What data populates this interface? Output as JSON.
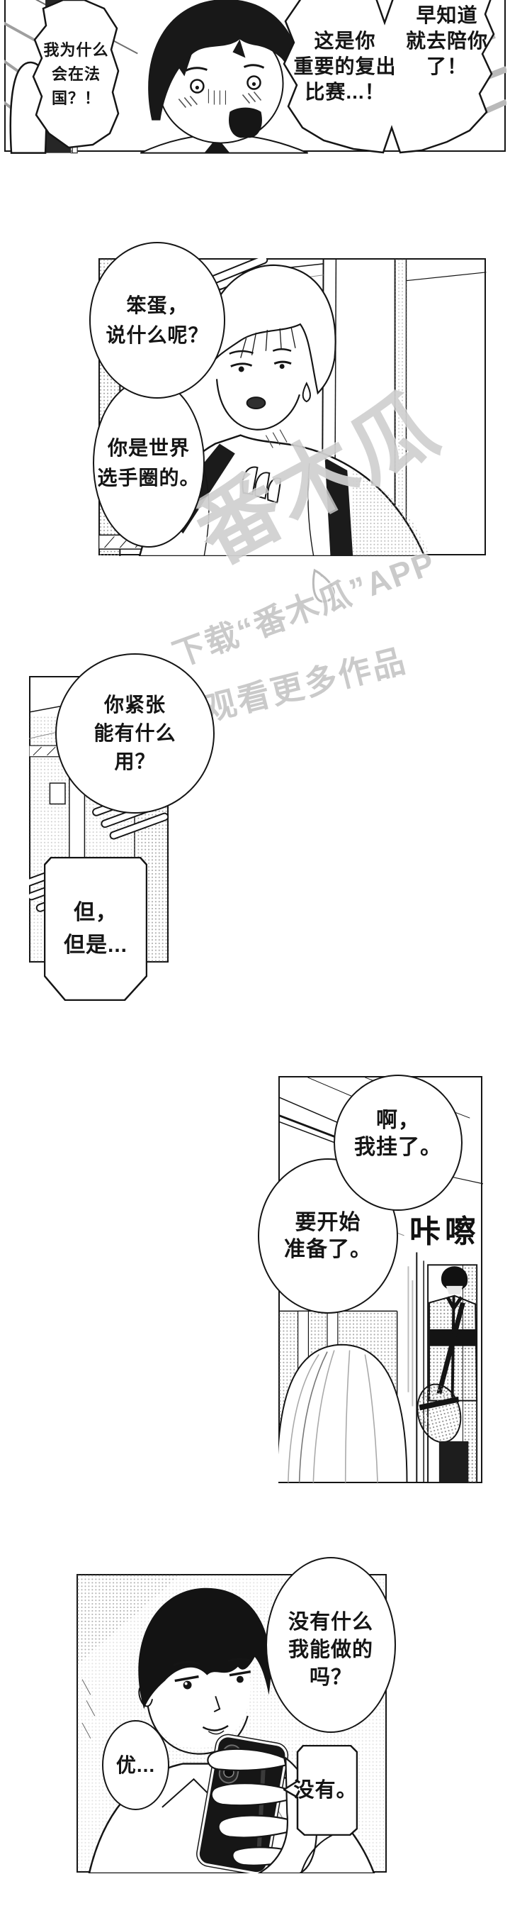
{
  "page": {
    "background": "#ffffff",
    "ink": "#151515"
  },
  "watermark": {
    "logo_text": "番木瓜",
    "download_line": "下载“番木瓜”APP",
    "watch_line": "观看更多作品",
    "color": "#a8a8a8"
  },
  "panel1": {
    "bubble_why_france": "我为什么\n会在法\n国？！",
    "bubble_comeback_left": "这是你\n重要的复出\n比赛...！",
    "bubble_comeback_right": "早知道\n就去陪你\n了！"
  },
  "panel2": {
    "bubble_idiot": "笨蛋，\n说什么呢？",
    "bubble_world_class": "你是世界\n选手圈的。"
  },
  "panel3": {
    "bubble_nervous": "你紧张\n能有什么\n用？",
    "bubble_but": "但，\n但是..."
  },
  "panel4": {
    "bubble_hang_up": "啊，\n我挂了。",
    "bubble_prepare": "要开始\n准备了。",
    "sfx_click": "咔嚓"
  },
  "panel5": {
    "bubble_nothing_i_can_do": "没有什么\n我能做的\n吗？",
    "bubble_name_call": "优...",
    "bubble_no": "没有。"
  }
}
